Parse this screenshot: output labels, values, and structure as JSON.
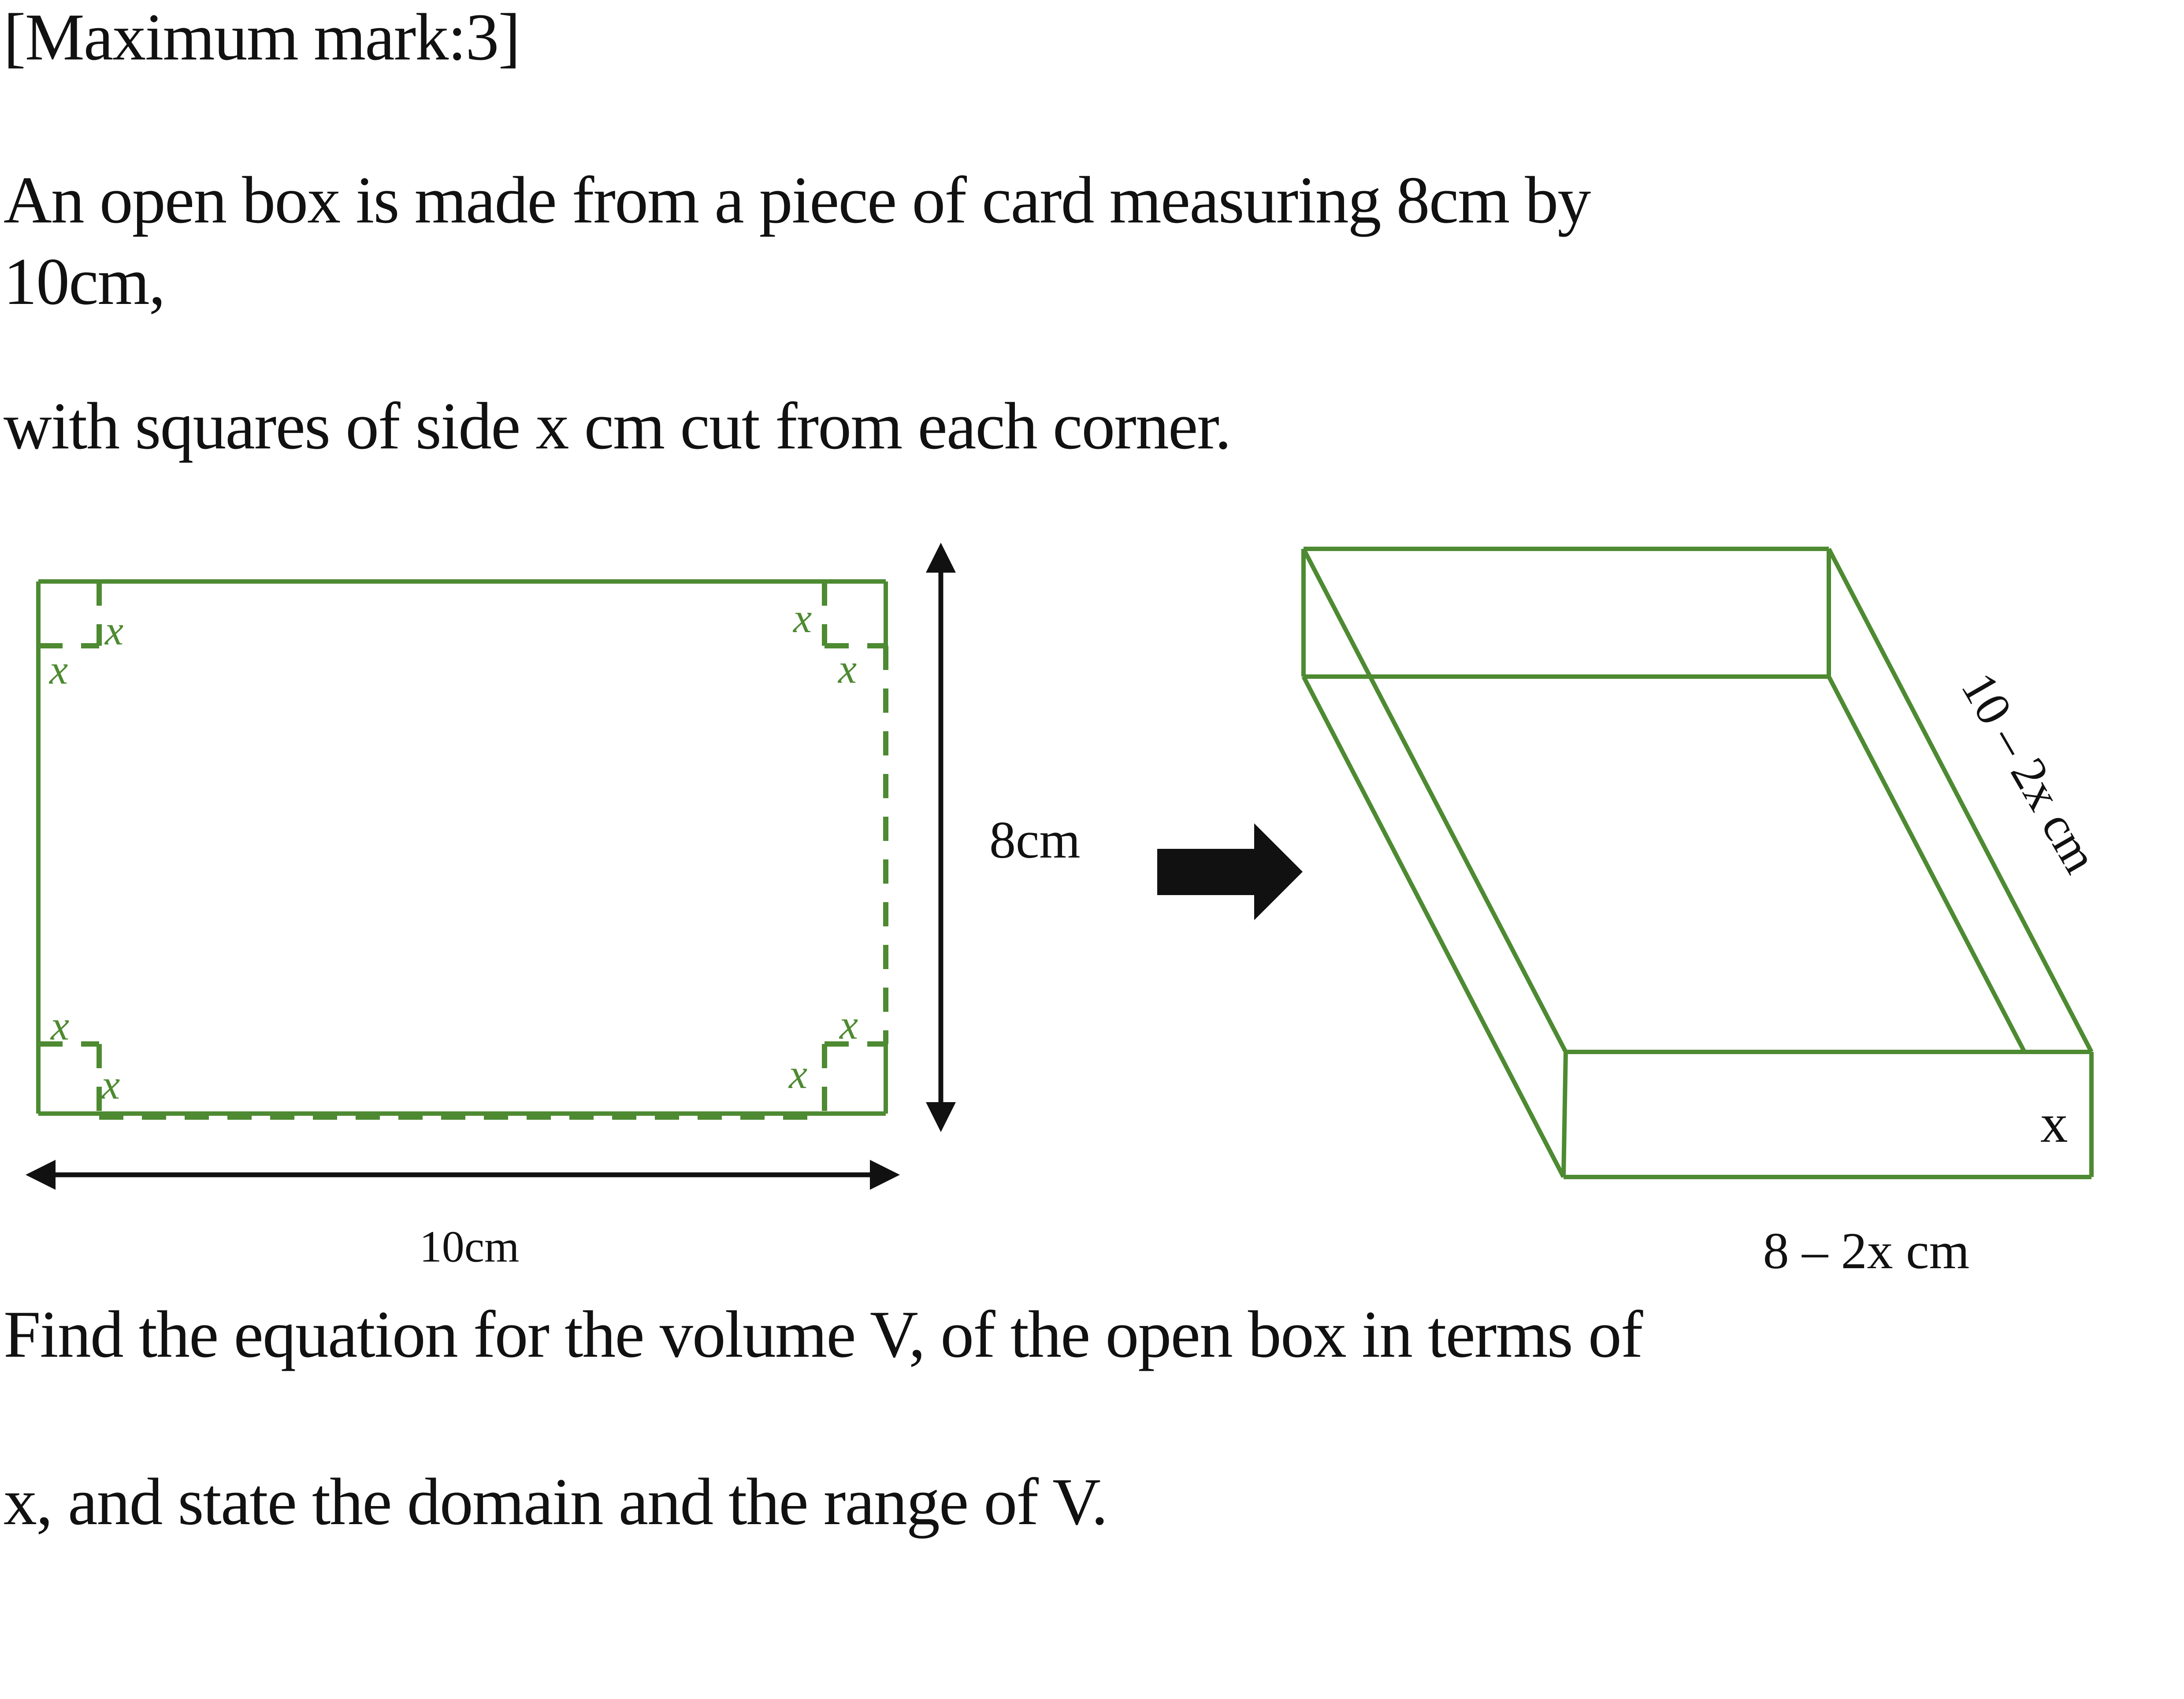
{
  "page": {
    "background": "#ffffff",
    "text_color": "#111111"
  },
  "header": {
    "max_mark": "[Maximum mark:3]"
  },
  "problem": {
    "intro_line1": "An open box is made from a piece of card measuring 8cm by",
    "intro_line2": "10cm,",
    "intro_line3": "with squares of side x cm cut from each corner.",
    "question_line1": "Find the equation for the volume V, of the open box in terms of",
    "question_line2": "x, and state the domain and the range of V."
  },
  "card_diagram": {
    "height_label": "8cm",
    "width_label": "10cm",
    "cut_label": "x",
    "line_color": "#4d8a31"
  },
  "box_diagram": {
    "depth_label": "10 – 2x cm",
    "width_label": "8 – 2x cm",
    "height_label": "x",
    "line_color": "#4d8a31"
  },
  "arrow_color": "#111111"
}
